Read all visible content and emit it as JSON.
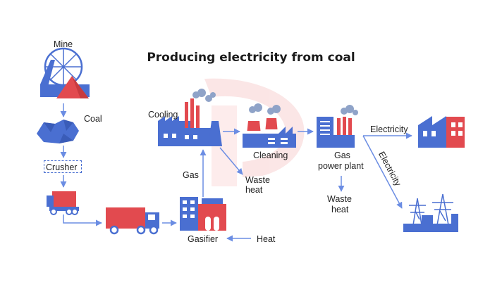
{
  "title": "Producing electricity from coal",
  "labels": {
    "mine": "Mine",
    "coal": "Coal",
    "crusher": "Crusher",
    "cooling": "Cooling",
    "cleaning": "Cleaning",
    "gas_power_plant_1": "Gas",
    "gas_power_plant_2": "power plant",
    "gas": "Gas",
    "waste_heat_1": "Waste",
    "waste_heat_2": "heat",
    "waste_heat_b1": "Waste",
    "waste_heat_b2": "heat",
    "gasifier": "Gasifier",
    "heat": "Heat",
    "electricity_h": "Electricity",
    "electricity_diag": "Electricity"
  },
  "colors": {
    "blue": "#4a6fd1",
    "red": "#e24a4f",
    "arrow": "#6b8de3",
    "watermark": "#fbe3e3",
    "smoke": "#8fa3c8"
  },
  "icons": [
    "mine-icon",
    "coal-icon",
    "crusher-truck-icon",
    "truck-icon",
    "gasifier-icon",
    "cooling-plant-icon",
    "cleaning-plant-icon",
    "gas-power-plant-icon",
    "factory-icon",
    "power-grid-icon"
  ]
}
